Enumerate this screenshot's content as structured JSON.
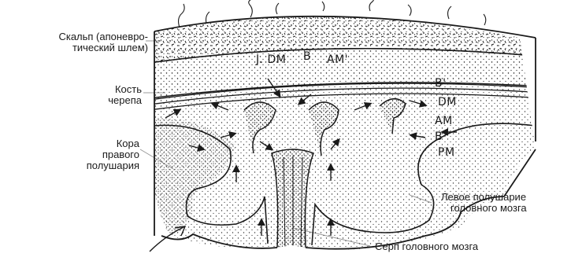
{
  "labels": {
    "scalp": [
      "Скальп (апоневро-",
      "тический шлем)"
    ],
    "skull": [
      "Кость",
      "черепа"
    ],
    "cortex": [
      "Кора",
      "правого",
      "полушария"
    ],
    "left_hemisphere": [
      "Левое полушарие",
      "головного мозга"
    ],
    "falx": "Серп головного мозга"
  },
  "drawing_marks": {
    "top": [
      "J. DM",
      "B",
      "AM'"
    ],
    "right": [
      "B'",
      "DM",
      "AM",
      "B",
      "PM"
    ]
  },
  "colors": {
    "ink": "#1a1a1a",
    "paper": "#ffffff",
    "guide": "#999999"
  }
}
